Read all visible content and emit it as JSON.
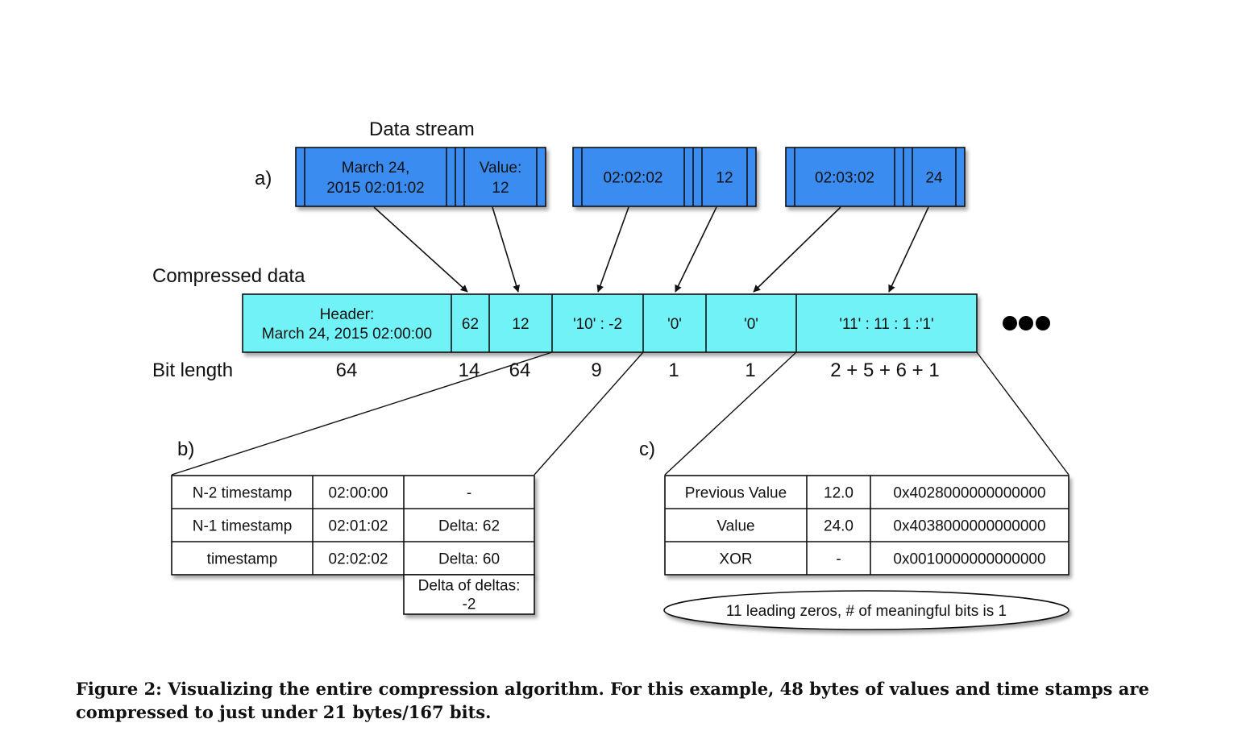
{
  "labels": {
    "data_stream": "Data stream",
    "compressed_data": "Compressed data",
    "bit_length": "Bit length",
    "part_a": "a)",
    "part_b": "b)",
    "part_c": "c)"
  },
  "stream": [
    {
      "time": [
        "March 24,",
        "2015 02:01:02"
      ],
      "value": [
        "Value:",
        "12"
      ]
    },
    {
      "time": [
        "02:02:02"
      ],
      "value": [
        "12"
      ]
    },
    {
      "time": [
        "02:03:02"
      ],
      "value": [
        "24"
      ]
    }
  ],
  "compressed": [
    {
      "text": [
        "Header:",
        "March 24, 2015 02:00:00"
      ],
      "bits": "64"
    },
    {
      "text": [
        "62"
      ],
      "bits": "14"
    },
    {
      "text": [
        "12"
      ],
      "bits": "64"
    },
    {
      "text": [
        "'10' : -2"
      ],
      "bits": "9"
    },
    {
      "text": [
        "'0'"
      ],
      "bits": "1"
    },
    {
      "text": [
        "'0'"
      ],
      "bits": "1"
    },
    {
      "text": [
        "'11' : 11 : 1 :'1'"
      ],
      "bits": "2 + 5 + 6 + 1"
    }
  ],
  "table_b": [
    [
      "N-2 timestamp",
      "02:00:00",
      "-"
    ],
    [
      "N-1 timestamp",
      "02:01:02",
      "Delta: 62"
    ],
    [
      "timestamp",
      "02:02:02",
      "Delta: 60"
    ]
  ],
  "table_b_extra": [
    "Delta of deltas:",
    "-2"
  ],
  "table_c": [
    [
      "Previous Value",
      "12.0",
      "0x4028000000000000"
    ],
    [
      "Value",
      "24.0",
      "0x4038000000000000"
    ],
    [
      "XOR",
      "-",
      "0x0010000000000000"
    ]
  ],
  "xor_note": "11 leading zeros, # of meaningful bits is 1",
  "caption": "Figure 2: Visualizing the entire compression algorithm. For this example, 48 bytes of values and time stamps are compressed to just under 21 bytes/167 bits.",
  "colors": {
    "stream_fill": "#3b8cf0",
    "compressed_fill": "#6ff2f6",
    "stroke": "#111111"
  }
}
